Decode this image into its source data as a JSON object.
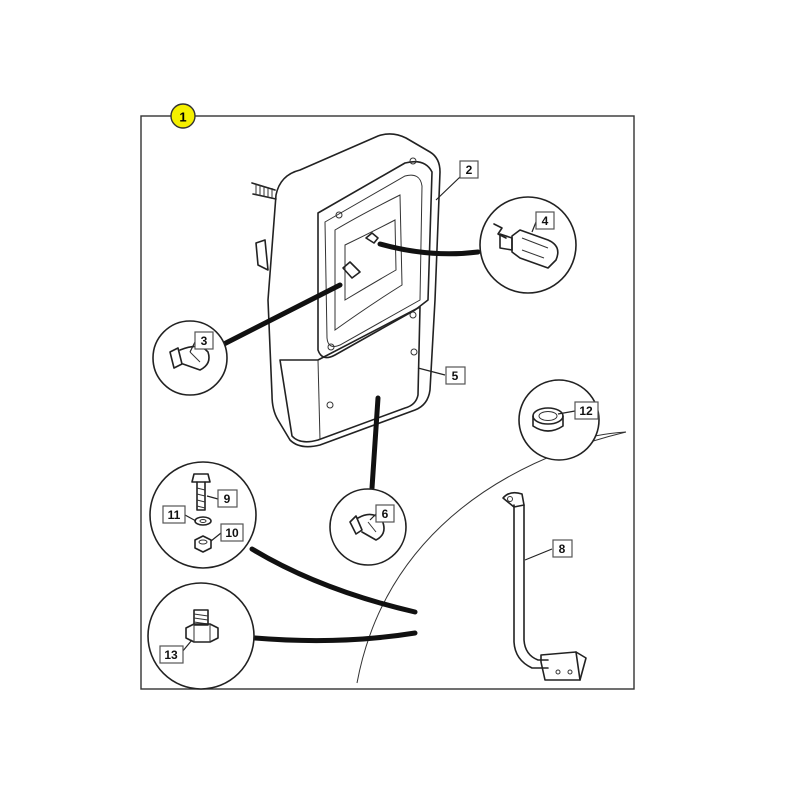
{
  "badge": {
    "label": "1",
    "color": "#f5f000"
  },
  "callouts": {
    "c2": "2",
    "c3": "3",
    "c4": "4",
    "c5": "5",
    "c6": "6",
    "c8": "8",
    "c9": "9",
    "c10": "10",
    "c11": "11",
    "c12": "12",
    "c13": "13"
  }
}
